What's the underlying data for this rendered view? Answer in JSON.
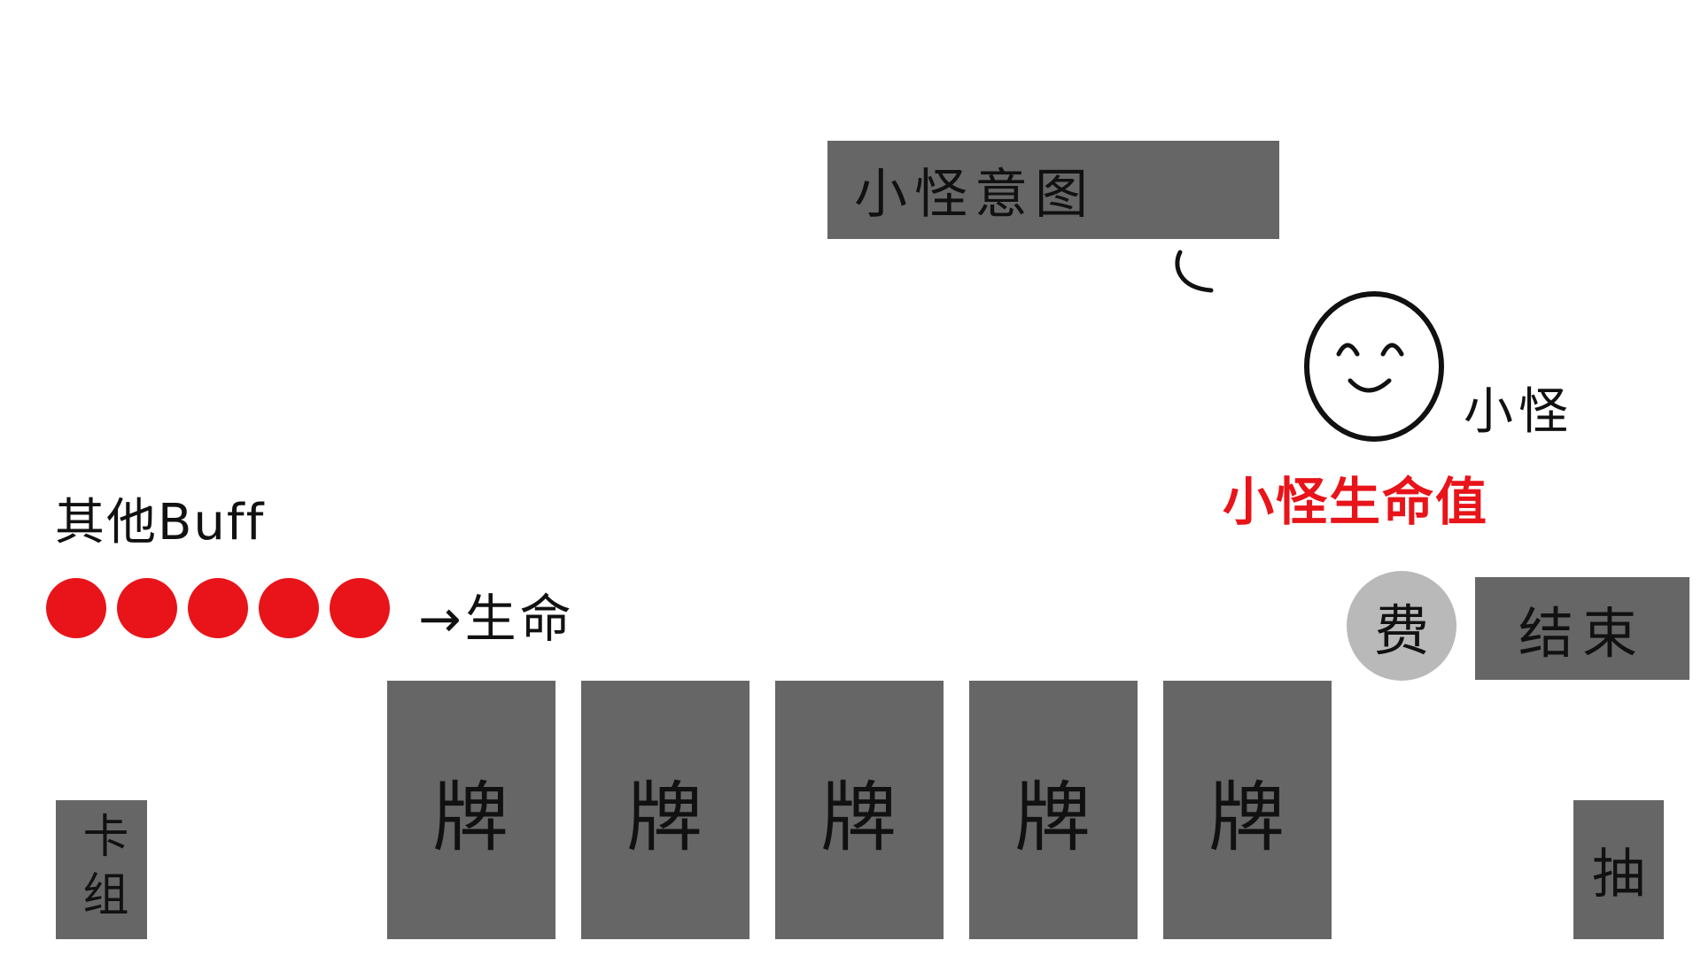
{
  "enemy": {
    "intent_label": "小怪意图",
    "name_label": "小怪",
    "hp_label": "小怪生命值"
  },
  "player": {
    "buff_label": "其他Buff",
    "life_label": "→生命",
    "life_points": 5
  },
  "cost": {
    "label": "费"
  },
  "end_button": {
    "label": "结束"
  },
  "hand": {
    "cards": [
      {
        "label": "牌"
      },
      {
        "label": "牌"
      },
      {
        "label": "牌"
      },
      {
        "label": "牌"
      },
      {
        "label": "牌"
      }
    ]
  },
  "draw_pile": {
    "label": "卡组"
  },
  "discard_pile": {
    "label": "抽"
  },
  "colors": {
    "panel_gray": "#666666",
    "cost_circle": "#b9b9b9",
    "life_red": "#e8141a"
  }
}
